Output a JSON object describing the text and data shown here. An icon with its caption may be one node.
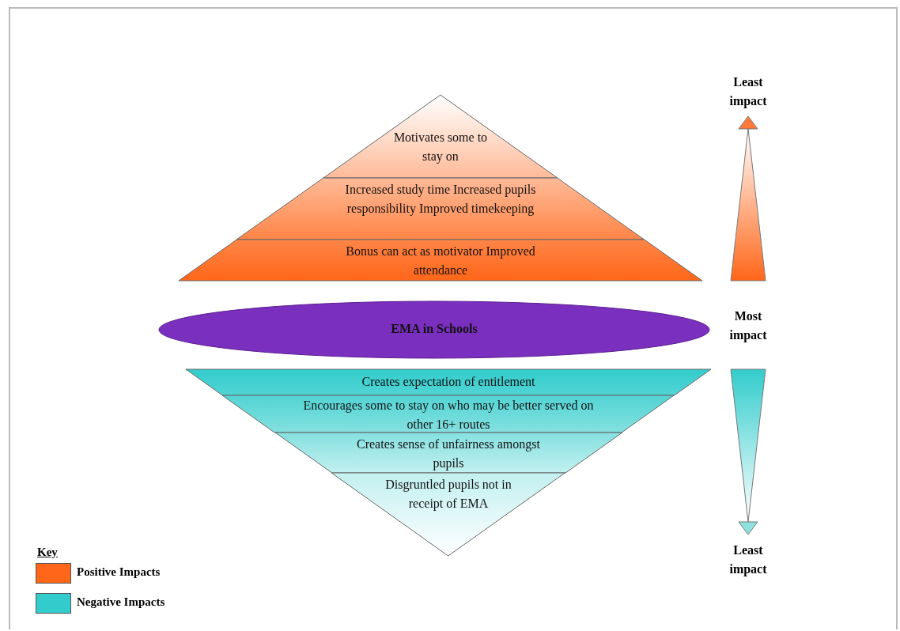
{
  "diagram": {
    "nodes": [
      {
        "text": [
          "Motivates some to stay on"
        ]
      },
      {
        "text": [
          "Increased study time Increased pupils responsibility Improved timekeeping"
        ]
      },
      {
        "text": [
          "Bonus can act as motivator Improved attendance"
        ]
      },
      {
        "text": [
          "EMA in Schools"
        ]
      },
      {
        "text": [
          "Creates expectation of entitlement"
        ]
      },
      {
        "text": [
          "Encourages some to stay on who may be better served on other 16+ routes"
        ]
      },
      {
        "text": [
          "Creates sense of unfairness amongst pupils"
        ]
      },
      {
        "text": [
          "Disgruntled pupils not in receipt of EMA"
        ]
      }
    ],
    "labels": [
      "Least impact",
      "Most impact",
      "Least impact",
      "Key"
    ],
    "legend": [
      {
        "text": "Positive Impacts",
        "color": "#ff6619"
      },
      {
        "text": "Negative Impacts",
        "color": "#33cccc"
      }
    ]
  }
}
